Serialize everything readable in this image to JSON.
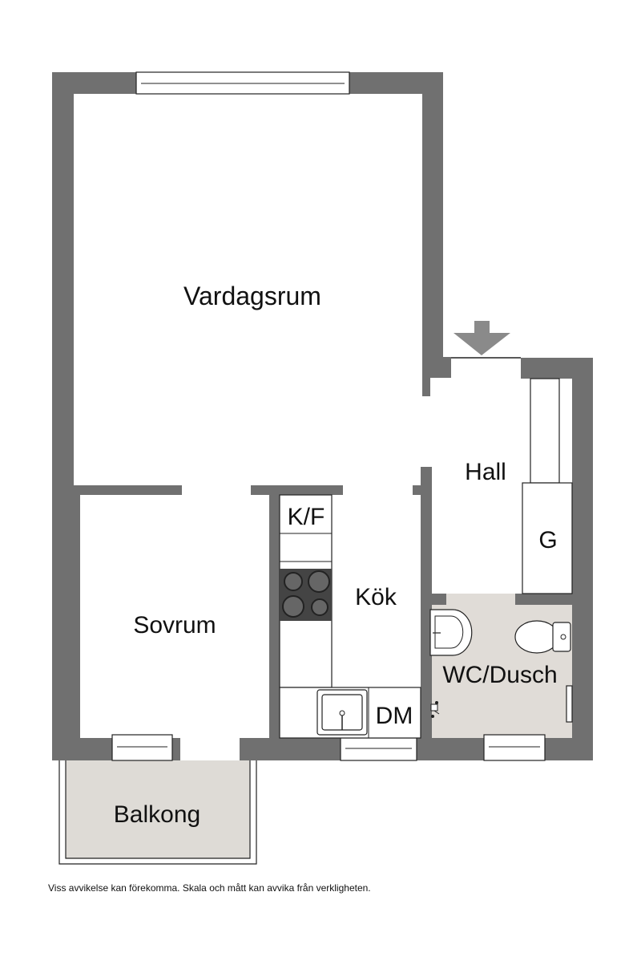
{
  "floorplan": {
    "rooms": {
      "vardagsrum": "Vardagsrum",
      "hall": "Hall",
      "sovrum": "Sovrum",
      "kok": "Kök",
      "wc_dusch": "WC/Dusch",
      "balkong": "Balkong"
    },
    "fixtures": {
      "kf": "K/F",
      "g": "G",
      "dm": "DM"
    },
    "colors": {
      "wall": "#707070",
      "wet_room": "#e0dcd7",
      "balcony": "#dedbd6",
      "entrance_arrow": "#8a8a8a"
    }
  },
  "disclaimer": "Viss avvikelse kan förekomma. Skala och mått kan avvika från verkligheten."
}
